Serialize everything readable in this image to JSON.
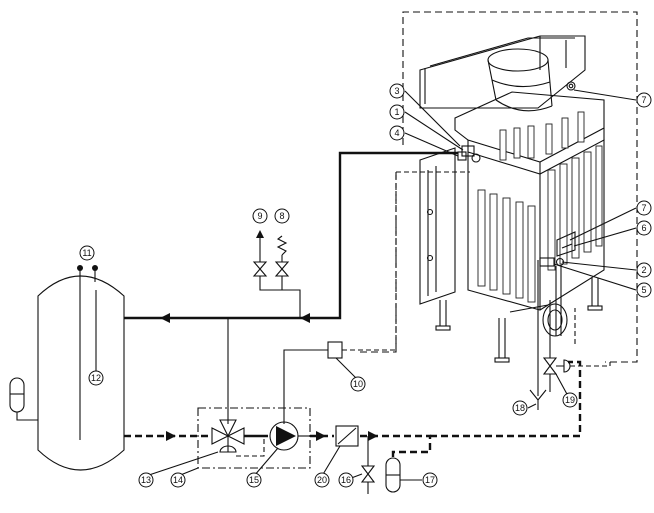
{
  "diagram": {
    "callouts": [
      "1",
      "2",
      "3",
      "4",
      "5",
      "6",
      "7",
      "7",
      "8",
      "9",
      "10",
      "11",
      "12",
      "13",
      "14",
      "15",
      "16",
      "17",
      "18",
      "19",
      "20"
    ]
  }
}
